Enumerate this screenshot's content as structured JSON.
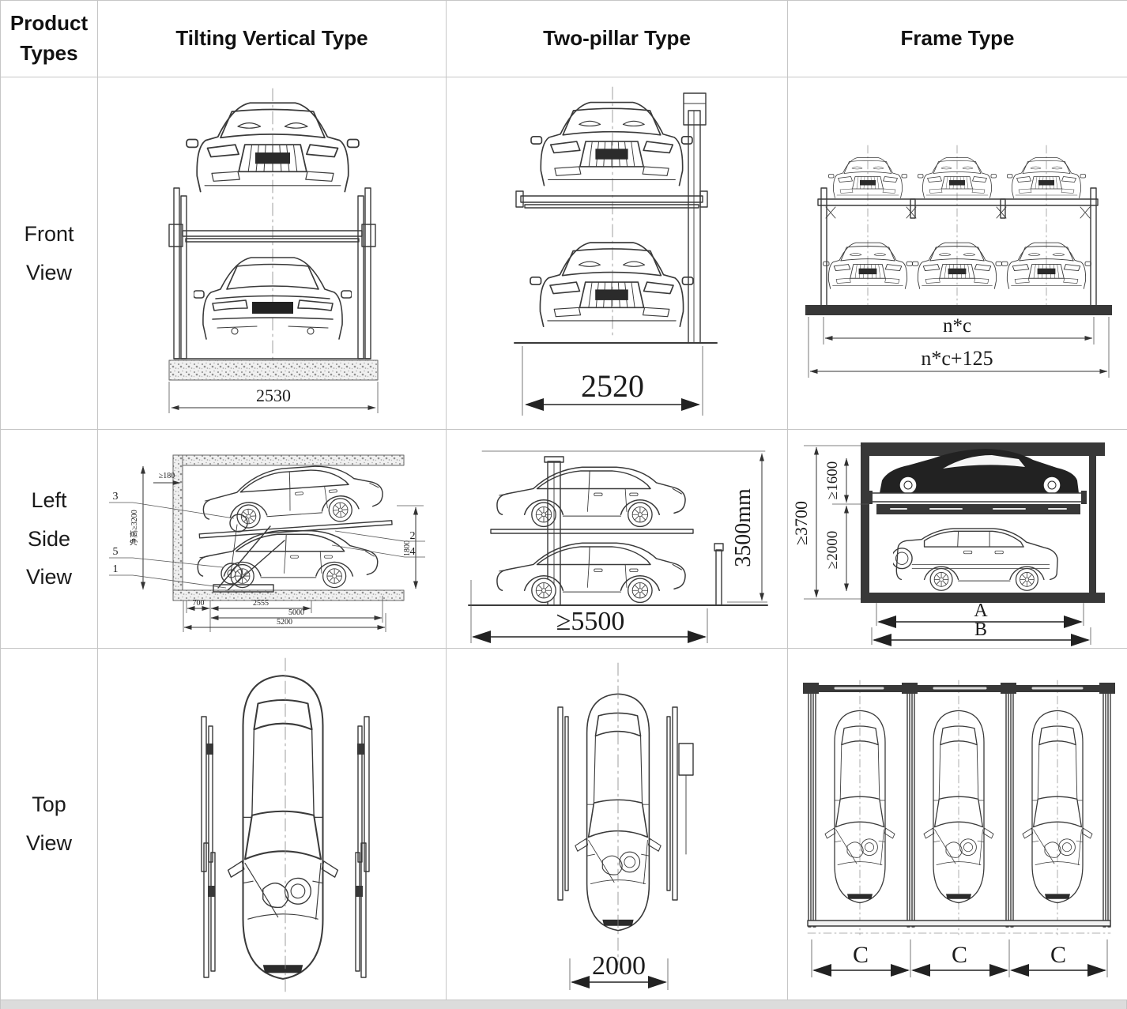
{
  "header": {
    "product_types": "Product Types",
    "col_tilting": "Tilting Vertical Type",
    "col_two_pillar": "Two-pillar Type",
    "col_frame": "Frame Type"
  },
  "rows": {
    "front": "Front View",
    "side": "Left Side View",
    "top": "Top View"
  },
  "front_view": {
    "tilting": {
      "width": "2530"
    },
    "two_pillar": {
      "width": "2520"
    },
    "frame": {
      "width_inner": "n*c",
      "width_outer": "n*c+125"
    }
  },
  "side_view": {
    "tilting": {
      "top_clearance": "≥180",
      "net_height": "净高≥3200",
      "platform_rise": "1800",
      "dim_700": "700",
      "dim_2555": "2555",
      "dim_5000": "5000",
      "dim_5200": "5200",
      "callout_1": "1",
      "callout_2": "2",
      "callout_3": "3",
      "callout_4": "4",
      "callout_5": "5"
    },
    "two_pillar": {
      "height": "3500mm",
      "length": "≥5500"
    },
    "frame": {
      "total_height": "≥3700",
      "upper_clearance": "≥1600",
      "lower_clearance": "≥2000",
      "inner_length": "A",
      "outer_length": "B"
    }
  },
  "top_view": {
    "two_pillar": {
      "width": "2000"
    },
    "frame": {
      "bay_width": "C"
    }
  }
}
